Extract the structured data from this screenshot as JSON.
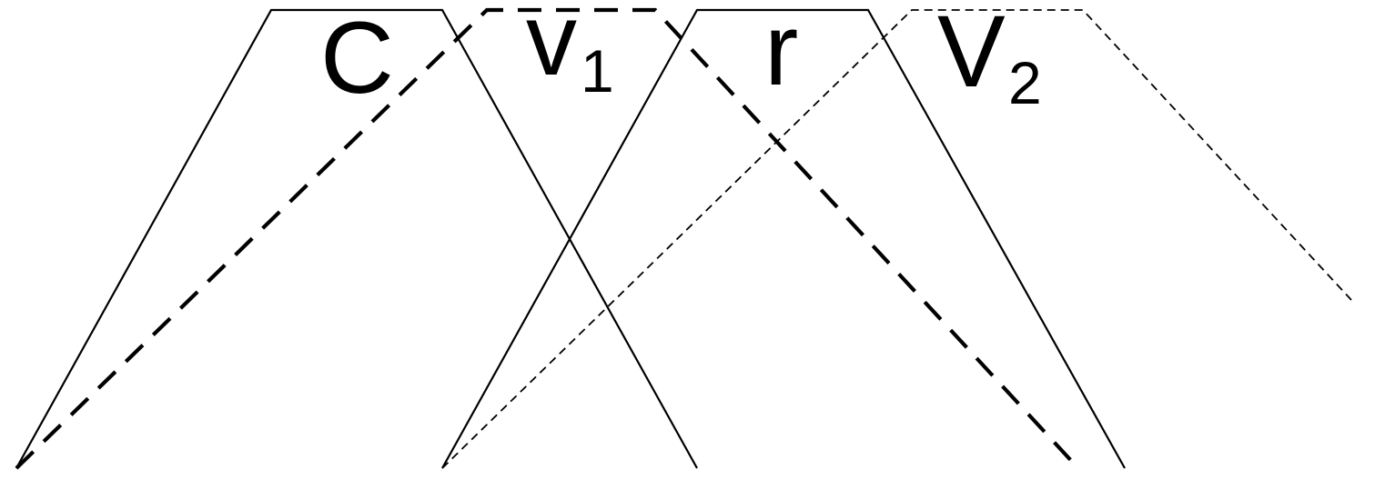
{
  "labels": {
    "c": "C",
    "v1_main": "v",
    "v1_sub": "1",
    "r": "r",
    "v2_main": "V",
    "v2_sub": "2"
  },
  "colors": {
    "stroke": "#000000",
    "background": "#ffffff"
  }
}
